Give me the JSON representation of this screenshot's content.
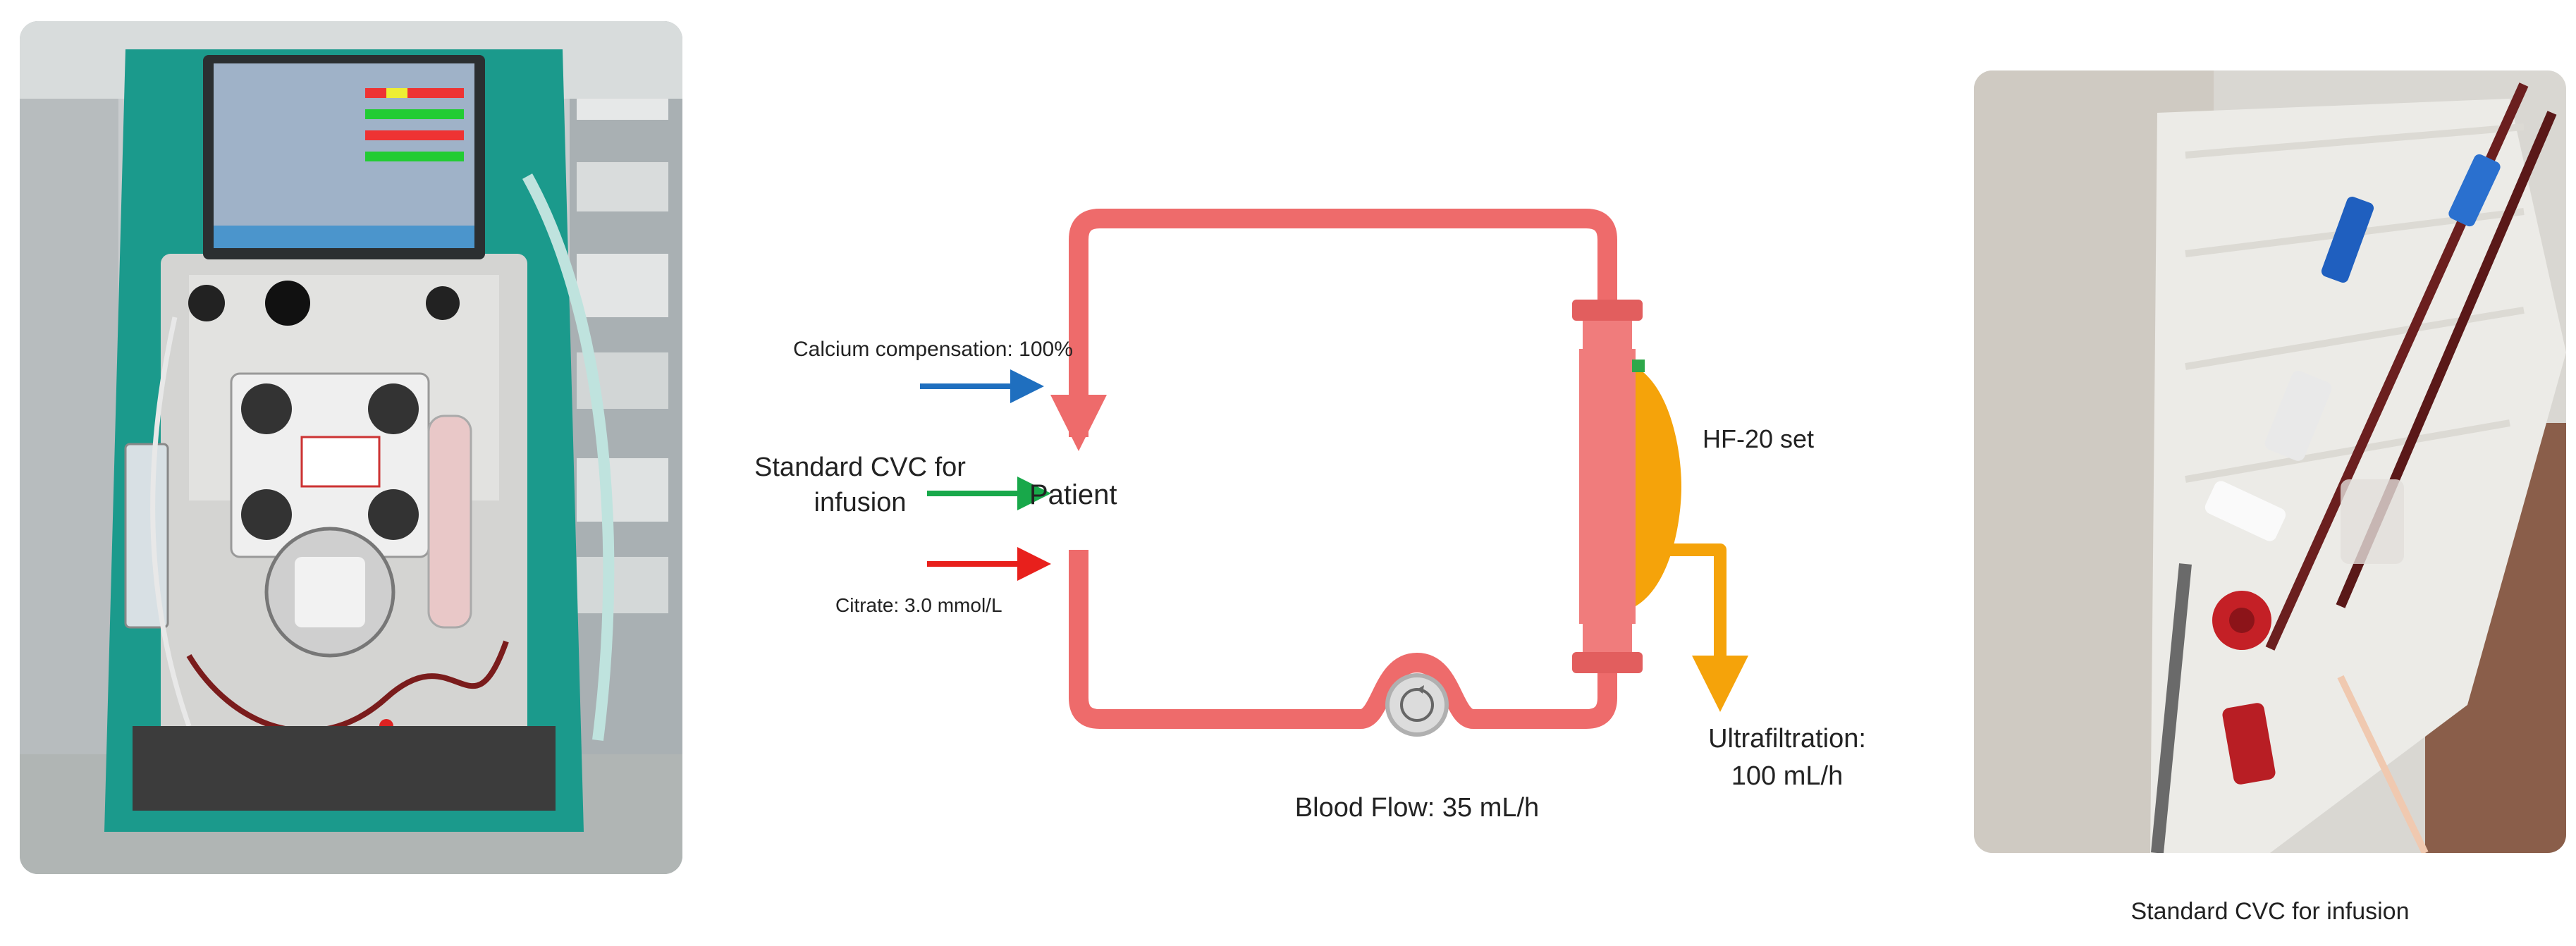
{
  "diagram": {
    "patient_label": "Patient",
    "inputs": [
      {
        "label": "Calcium compensation: 100%",
        "color": "#1f6fbf"
      },
      {
        "label_line1": "Standard CVC for",
        "label_line2": "infusion",
        "color": "#18a84a"
      },
      {
        "label": "Citrate: 3.0 mmol/L",
        "color": "#e8201c"
      }
    ],
    "filter_label": "HF-20 set",
    "outflow_label_line1": "Ultrafiltration:",
    "outflow_label_line2": "100 mL/h",
    "pump_label": "Blood Flow: 35 mL/h",
    "colors": {
      "circuit": "#ee6b6b",
      "filter": "#f07c7c",
      "ultrafiltrate": "#f5a30a",
      "pump_ring": "#b0b0b0"
    }
  },
  "photos": {
    "left_icon": "crrt-machine-photo",
    "right_icon": "cvc-catheter-photo"
  },
  "caption": "Standard CVC for infusion"
}
